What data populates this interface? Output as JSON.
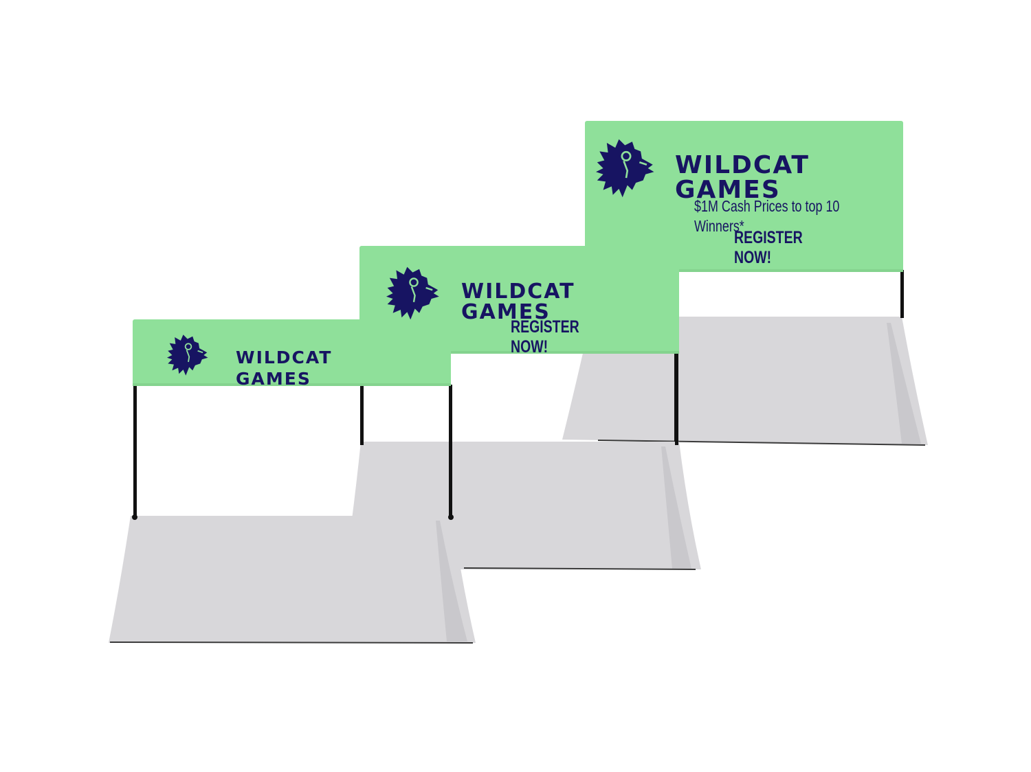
{
  "colors": {
    "banner": "#8fe09a",
    "banner_edge": "#84d38e",
    "text": "#171462",
    "cloth": "#d8d7da",
    "cloth_shadow": "#c6c5c9",
    "pole": "#111111"
  },
  "booths": [
    {
      "logo_icon": "lion-head-icon",
      "title_line1": "WILDCAT",
      "title_line2": "GAMES"
    },
    {
      "logo_icon": "lion-head-icon",
      "title_line1": "WILDCAT",
      "title_line2": "GAMES",
      "register_line1": "REGISTER",
      "register_line2": "NOW!"
    },
    {
      "logo_icon": "lion-head-icon",
      "title_line1": "WILDCAT",
      "title_line2": "GAMES",
      "tagline_line1": "$1M Cash Prices to top 10",
      "tagline_line2": "Winners*",
      "register_line1": "REGISTER",
      "register_line2": "NOW!"
    }
  ]
}
